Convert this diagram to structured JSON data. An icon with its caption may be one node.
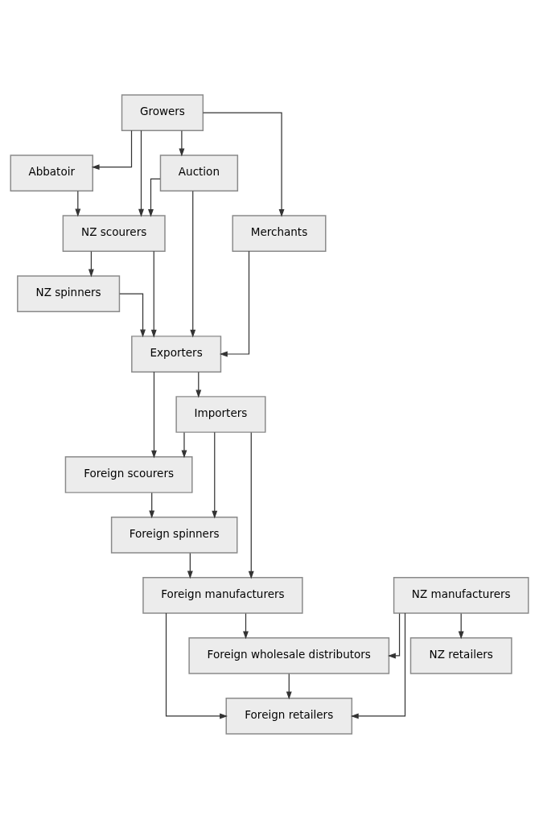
{
  "diagram": {
    "nodes": [
      {
        "text": [
          "Growers"
        ]
      },
      {
        "text": [
          "Abbatoir"
        ]
      },
      {
        "text": [
          "Auction"
        ]
      },
      {
        "text": [
          "Merchants"
        ]
      },
      {
        "text": [
          "NZ scourers"
        ]
      },
      {
        "text": [
          "NZ spinners"
        ]
      },
      {
        "text": [
          "NZ manufacturers"
        ]
      },
      {
        "text": [
          "NZ retailers"
        ]
      },
      {
        "text": [
          "Exporters"
        ]
      },
      {
        "text": [
          "Importers"
        ]
      },
      {
        "text": [
          "Foreign scourers"
        ]
      },
      {
        "text": [
          "Foreign spinners"
        ]
      },
      {
        "text": [
          "Foreign manufacturers"
        ]
      },
      {
        "text": [
          "Foreign wholesale distributors"
        ]
      },
      {
        "text": [
          "Foreign retailers"
        ]
      }
    ],
    "edges": [
      {
        "from": 0,
        "to": 2,
        "arrow": "to"
      },
      {
        "from": 0,
        "to": 1,
        "arrow": "to"
      },
      {
        "from": 0,
        "to": 4,
        "arrow": "to"
      },
      {
        "from": 0,
        "to": 3,
        "arrow": "to"
      },
      {
        "from": 2,
        "to": 8,
        "arrow": "to"
      },
      {
        "from": 2,
        "to": 4,
        "arrow": "to"
      },
      {
        "from": 1,
        "to": 4,
        "arrow": "to"
      },
      {
        "from": 3,
        "to": 8,
        "arrow": "to"
      },
      {
        "from": 4,
        "to": 8,
        "arrow": "to"
      },
      {
        "from": 4,
        "to": 5,
        "arrow": "to"
      },
      {
        "from": 5,
        "to": 8,
        "arrow": "to"
      },
      {
        "from": 6,
        "to": 7,
        "arrow": "to"
      },
      {
        "from": 6,
        "to": 13,
        "arrow": "to"
      },
      {
        "from": 6,
        "to": 14,
        "arrow": "to"
      },
      {
        "from": 8,
        "to": 9,
        "arrow": "to"
      },
      {
        "from": 8,
        "to": 10,
        "arrow": "to"
      },
      {
        "from": 9,
        "to": 12,
        "arrow": "to"
      },
      {
        "from": 9,
        "to": 11,
        "arrow": "to"
      },
      {
        "from": 9,
        "to": 10,
        "arrow": "to"
      },
      {
        "from": 10,
        "to": 11,
        "arrow": "to"
      },
      {
        "from": 11,
        "to": 12,
        "arrow": "to"
      },
      {
        "from": 12,
        "to": 14,
        "arrow": "to"
      },
      {
        "from": 12,
        "to": 13,
        "arrow": "to"
      },
      {
        "from": 13,
        "to": 14,
        "arrow": "to"
      }
    ]
  }
}
